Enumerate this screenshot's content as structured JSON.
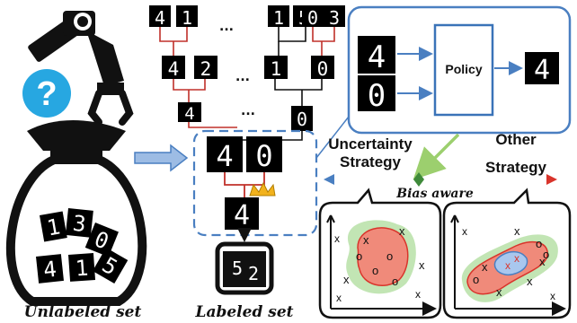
{
  "captions": {
    "unlabeled": "Unlabeled set",
    "labeled": "Labeled set",
    "uncertainty_line1": "Uncertainty",
    "uncertainty_line2": "Strategy",
    "other_line1": "Other",
    "other_line2": "Strategy",
    "bias": "Bias aware",
    "policy": "Policy",
    "question": "?"
  },
  "tree": {
    "top_tiles": [
      "4",
      "1",
      "1",
      "5",
      "0",
      "3"
    ],
    "mid_tiles": [
      "4",
      "2",
      "1",
      "0"
    ],
    "low_tiles": [
      "4",
      "0"
    ],
    "ellipsis": "..."
  },
  "bag_digits": [
    "1",
    "3",
    "0",
    "4",
    "1",
    "5"
  ],
  "selected": {
    "pair": [
      "4",
      "0"
    ],
    "winner": "4"
  },
  "labeled_box_digits": [
    "5",
    "2"
  ],
  "policy_panel": {
    "inputs": [
      "4",
      "0"
    ],
    "output": "4"
  },
  "scatter_markers": {
    "cross": "x",
    "circle": "o"
  },
  "colors": {
    "accent_blue": "#4a7fc1",
    "tree_red": "#c0302a",
    "policy_border": "#3a73b8",
    "arrow_green": "#9ccf6e",
    "bias_red": "#d9342b",
    "region_red": "#f08a7a",
    "region_green": "#b7e0a7",
    "crown": "#f2b21c"
  }
}
